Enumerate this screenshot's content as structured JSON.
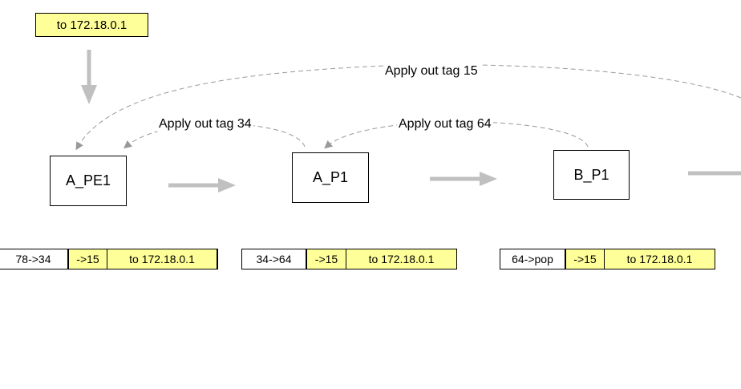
{
  "top_label": "to 172.18.0.1",
  "nodes": [
    {
      "id": "a-pe1",
      "label": "A_PE1"
    },
    {
      "id": "a-p1",
      "label": "A_P1"
    },
    {
      "id": "b-p1",
      "label": "B_P1"
    }
  ],
  "arcs": [
    {
      "label": "Apply out tag 34"
    },
    {
      "label": "Apply out tag 64"
    },
    {
      "label": "Apply out tag 15"
    }
  ],
  "label_stacks": [
    {
      "swap": "78->34",
      "inner": "->15",
      "dest": "to 172.18.0.1"
    },
    {
      "swap": "34->64",
      "inner": "->15",
      "dest": "to 172.18.0.1"
    },
    {
      "swap": "64->pop",
      "inner": "->15",
      "dest": "to 172.18.0.1"
    }
  ],
  "colors": {
    "label_fill": "#ffff99",
    "arrow_gray": "#c0c0c0",
    "dashed_gray": "#999999"
  }
}
